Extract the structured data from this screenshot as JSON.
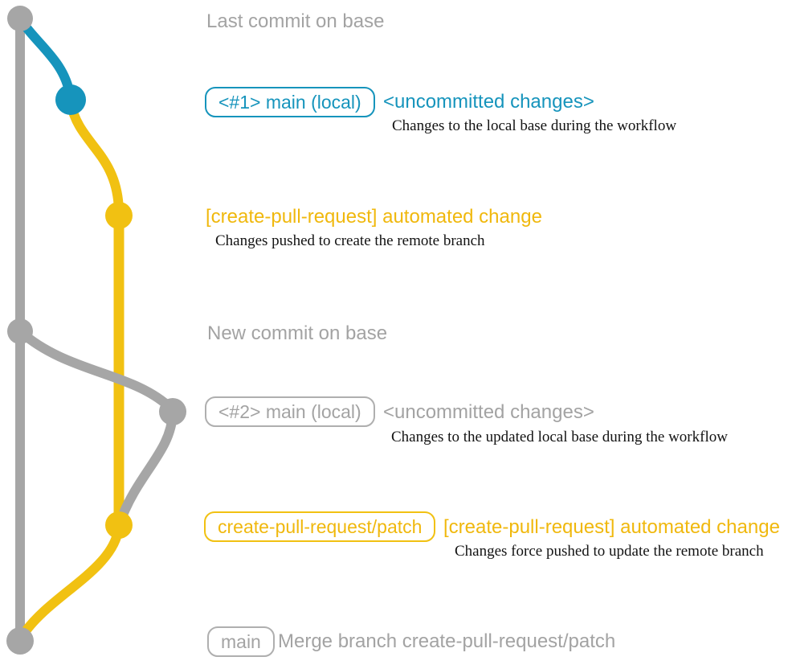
{
  "colors": {
    "gray": "#a6a6a6",
    "gray_text": "#a3a3a3",
    "teal": "#1694bc",
    "yellow": "#f1c112",
    "yellow_text": "#f0b80d",
    "note_text": "#131313"
  },
  "commits": [
    {
      "id": "last-commit-on-base",
      "branch": "base",
      "color_name": "gray"
    },
    {
      "id": "main-local-1",
      "branch": "main (local)",
      "color_name": "teal"
    },
    {
      "id": "create-pull-request-automated-1",
      "branch": "create-pull-request/patch",
      "color_name": "yellow"
    },
    {
      "id": "new-commit-on-base",
      "branch": "base",
      "color_name": "gray"
    },
    {
      "id": "main-local-2",
      "branch": "main (local)",
      "color_name": "gray"
    },
    {
      "id": "create-pull-request-automated-2",
      "branch": "create-pull-request/patch",
      "color_name": "yellow"
    },
    {
      "id": "merge-commit",
      "branch": "main",
      "color_name": "gray"
    }
  ],
  "rows": {
    "last_commit_on_base": {
      "label": "Last commit on base"
    },
    "main_local_1": {
      "badge": "<#1> main (local)",
      "status": "<uncommitted changes>",
      "note": "Changes to the local base during the workflow"
    },
    "automated_change_1": {
      "label": "[create-pull-request] automated change",
      "note": "Changes pushed to create the remote branch"
    },
    "new_commit_on_base": {
      "label": "New commit on base"
    },
    "main_local_2": {
      "badge": "<#2> main (local)",
      "status": "<uncommitted changes>",
      "note": "Changes to the updated local base during the workflow"
    },
    "patch_branch": {
      "badge": "create-pull-request/patch",
      "label": "[create-pull-request] automated change",
      "note": "Changes force pushed to update the remote branch"
    },
    "merge": {
      "badge": "main",
      "label": "Merge branch create-pull-request/patch"
    }
  }
}
